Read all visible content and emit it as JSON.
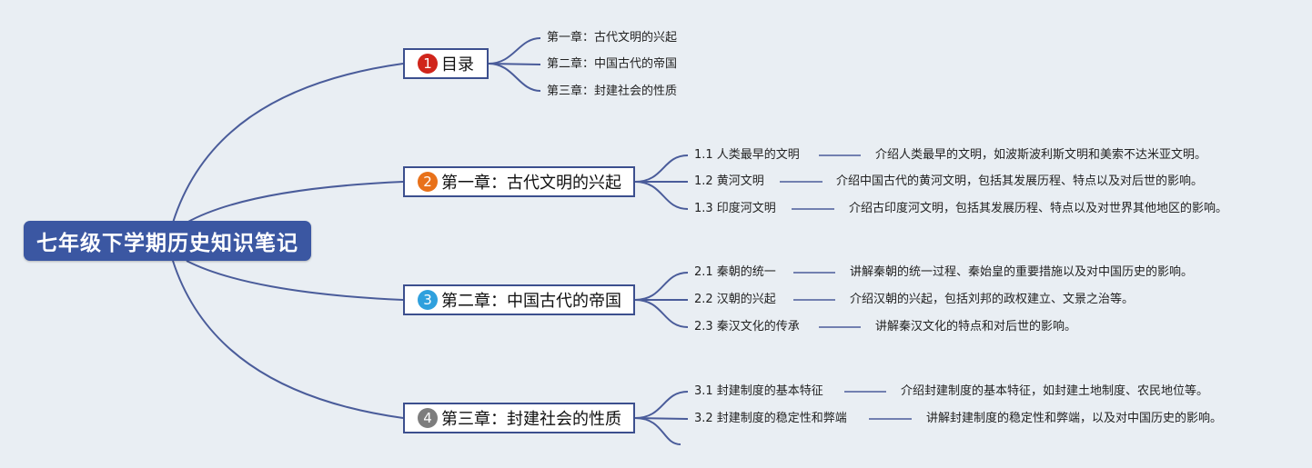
{
  "root": {
    "title": "七年级下学期历史知识笔记"
  },
  "colors": {
    "line": "#4a5c9a",
    "root_bg": "#3b57a2",
    "badge1": "#d0251b",
    "badge2": "#e8711a",
    "badge3": "#2fa0dd",
    "badge4": "#7d7d7d"
  },
  "topics": [
    {
      "badge": "1",
      "label": "目录"
    },
    {
      "badge": "2",
      "label": "第一章：古代文明的兴起"
    },
    {
      "badge": "3",
      "label": "第二章：中国古代的帝国"
    },
    {
      "badge": "4",
      "label": "第三章：封建社会的性质"
    }
  ],
  "toc": [
    "第一章：古代文明的兴起",
    "第二章：中国古代的帝国",
    "第三章：封建社会的性质"
  ],
  "ch1": [
    {
      "title": "1.1 人类最早的文明",
      "desc": "介绍人类最早的文明，如波斯波利斯文明和美索不达米亚文明。"
    },
    {
      "title": "1.2 黄河文明",
      "desc": "介绍中国古代的黄河文明，包括其发展历程、特点以及对后世的影响。"
    },
    {
      "title": "1.3 印度河文明",
      "desc": "介绍古印度河文明，包括其发展历程、特点以及对世界其他地区的影响。"
    }
  ],
  "ch2": [
    {
      "title": "2.1 秦朝的统一",
      "desc": "讲解秦朝的统一过程、秦始皇的重要措施以及对中国历史的影响。"
    },
    {
      "title": "2.2 汉朝的兴起",
      "desc": "介绍汉朝的兴起，包括刘邦的政权建立、文景之治等。"
    },
    {
      "title": "2.3 秦汉文化的传承",
      "desc": "讲解秦汉文化的特点和对后世的影响。"
    }
  ],
  "ch3": [
    {
      "title": "3.1 封建制度的基本特征",
      "desc": "介绍封建制度的基本特征，如封建土地制度、农民地位等。"
    },
    {
      "title": "3.2 封建制度的稳定性和弊端",
      "desc": "讲解封建制度的稳定性和弊端，以及对中国历史的影响。"
    }
  ]
}
